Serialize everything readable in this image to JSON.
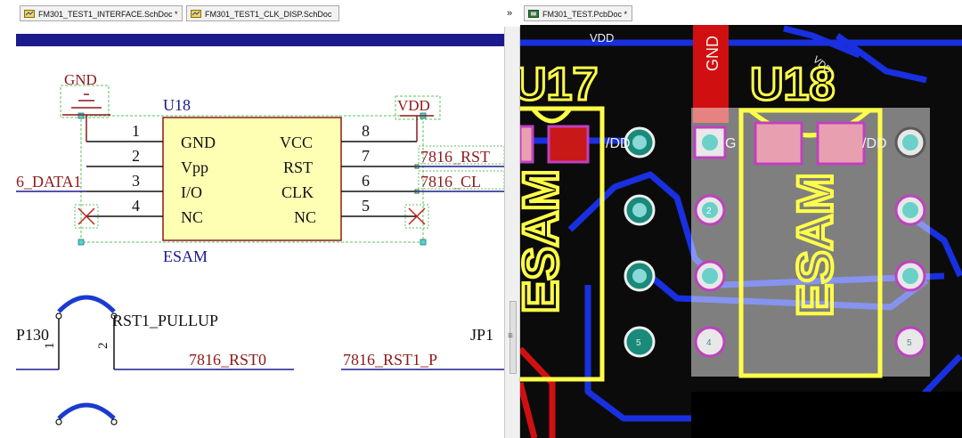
{
  "tabs": [
    {
      "label": "FM301_TEST1_INTERFACE.SchDoc *",
      "kind": "schematic"
    },
    {
      "label": "FM301_TEST1_CLK_DISP.SchDoc",
      "kind": "schematic"
    },
    {
      "label": "FM301_TEST.PcbDoc *",
      "kind": "pcb"
    }
  ],
  "tab_overflow_glyph": "»",
  "splitter_glyph": "≡",
  "colors": {
    "schematic_bg": "#ffffff",
    "schematic_header_bar": "#1a1a8c",
    "component_fill": "#ffffb4",
    "component_stroke": "#8c1a1a",
    "net_wire": "#1a1a8c",
    "pcb_bg": "#0b0b0b",
    "pcb_top_track": "#d01010",
    "pcb_bottom_track": "#1830e0",
    "pcb_silkscreen": "#ffff48",
    "pcb_pad": "#1a8a7a"
  },
  "schematic": {
    "component": {
      "designator": "U18",
      "comment": "ESAM",
      "left_pins": [
        {
          "number": "1",
          "name": "GND"
        },
        {
          "number": "2",
          "name": "Vpp"
        },
        {
          "number": "3",
          "name": "I/O"
        },
        {
          "number": "4",
          "name": "NC"
        }
      ],
      "right_pins": [
        {
          "number": "8",
          "name": "VCC"
        },
        {
          "number": "7",
          "name": "RST"
        },
        {
          "number": "6",
          "name": "CLK"
        },
        {
          "number": "5",
          "name": "NC"
        }
      ]
    },
    "power_ports": {
      "gnd": "GND",
      "vdd": "VDD"
    },
    "net_labels": {
      "left_data": "6_DATA1",
      "right_rst": "7816_RST",
      "right_clk": "7816_CL",
      "jumper_right_prefix": "JP1",
      "rst0": "7816_RST0",
      "rst1_p": "7816_RST1_P",
      "rst1_pullup": "RST1_PULLUP",
      "jp_left": "P130",
      "jumper_pin1": "1",
      "jumper_pin2": "2"
    }
  },
  "pcb": {
    "labels": {
      "vdd": "VDD",
      "gnd": "GND",
      "u17": "U17",
      "u18": "U18",
      "esam_left": "ESAM",
      "esam_right": "ESAM",
      "pad_prefix_left": "/DD",
      "pad_prefix_right": "/DD",
      "pad_g": "G",
      "vdd_small": "VDD"
    },
    "pad_numbers": [
      "2",
      "4",
      "5",
      "5"
    ]
  }
}
